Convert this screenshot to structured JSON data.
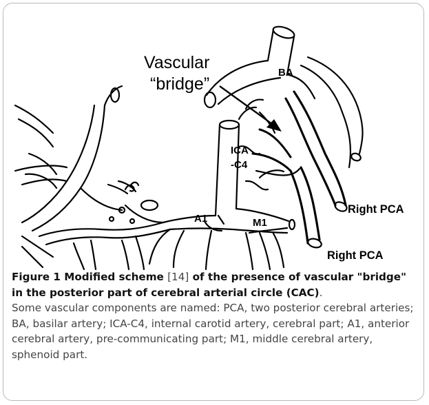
{
  "figure": {
    "labels": {
      "vascular": "Vascular",
      "bridge": "“bridge”",
      "ba": "BA",
      "ica": "ICA",
      "c4": "-C4",
      "a1": "A1",
      "m1": "M1",
      "right_pca_1": "Right PCA",
      "right_pca_2": "Right PCA"
    }
  },
  "caption": {
    "label": "Figure 1",
    "title_a": " Modified scheme ",
    "ref": "[14]",
    "title_b": " of the presence of vascular \"bridge\" in the posterior part of cerebral arterial circle (CAC)",
    "period": ".",
    "body": "Some vascular components are named: PCA, two posterior cerebral arteries; BA, basilar artery; ICA-C4, internal carotid artery, cerebral part; A1, anterior cerebral artery, pre-communicating part; M1, middle cerebral artery, sphenoid part."
  }
}
